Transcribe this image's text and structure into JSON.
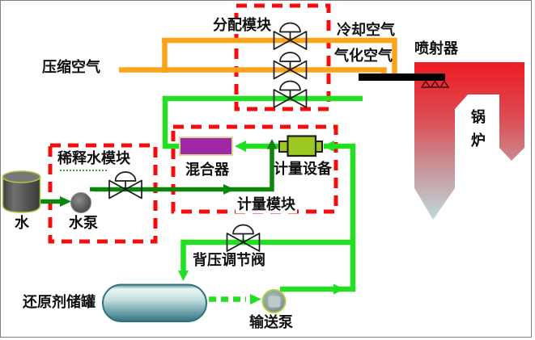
{
  "diagram_type": "process-flow",
  "labels": {
    "compressed_air": "压缩空气",
    "distribution_module": "分配模块",
    "cooling_air": "冷却空气",
    "gasification_air": "气化空气",
    "injector": "喷射器",
    "boiler": "锅炉",
    "dilution_module": "稀释水模块",
    "water": "水",
    "water_pump": "水泵",
    "mixer": "混合器",
    "metering_device": "计量设备",
    "metering_module": "计量模块",
    "back_pressure_valve": "背压调节阀",
    "reductant_tank": "还原剂储罐",
    "transfer_pump": "输送泵"
  },
  "colors": {
    "module_border_red": "#F50D0D",
    "pipe_orange": "#FBA319",
    "pipe_bright_green": "#22DF22",
    "pipe_dark_green": "#0B870B",
    "mixer_purple": "#A028A8",
    "metering_device_green": "#9DC822",
    "boiler_top_red": "#ED1C24",
    "boiler_bottom_gray": "#BFD9DC",
    "tank_teal": "#C6E0E1",
    "injector_lance_black": "#000000",
    "frame_gray": "#808080"
  }
}
